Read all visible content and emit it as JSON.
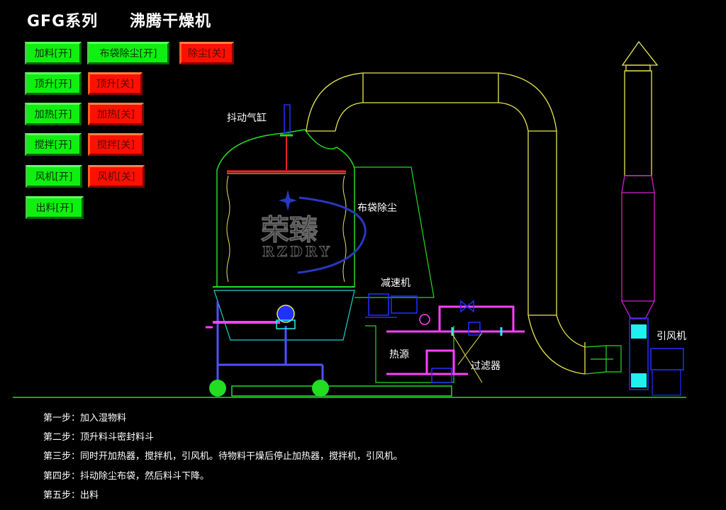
{
  "header": {
    "series": "GFG系列",
    "title": "沸腾干燥机"
  },
  "controls": [
    {
      "id": "feed-on",
      "label": "加料[开]",
      "state": "on"
    },
    {
      "id": "bag-dust-on",
      "label": "布袋除尘[开]",
      "state": "on"
    },
    {
      "id": "dust-off",
      "label": "除尘[关]",
      "state": "off"
    },
    {
      "id": "lift-on",
      "label": "顶升[开]",
      "state": "on"
    },
    {
      "id": "lift-off",
      "label": "顶升[关]",
      "state": "off"
    },
    {
      "id": "heat-on",
      "label": "加热[开]",
      "state": "on"
    },
    {
      "id": "heat-off",
      "label": "加热[关]",
      "state": "off"
    },
    {
      "id": "stir-on",
      "label": "搅拌[开]",
      "state": "on"
    },
    {
      "id": "stir-off",
      "label": "搅拌[关]",
      "state": "off"
    },
    {
      "id": "fan-on",
      "label": "风机[开]",
      "state": "on"
    },
    {
      "id": "fan-off",
      "label": "风机[关]",
      "state": "off"
    },
    {
      "id": "discharge-on",
      "label": "出料[开]",
      "state": "on"
    }
  ],
  "diagram_labels": {
    "shaker_cylinder": "抖动气缸",
    "bag_dust": "布袋除尘",
    "reducer": "减速机",
    "heat_source": "热源",
    "filter": "过滤器",
    "induced_fan": "引风机"
  },
  "watermark": {
    "cn": "荣臻",
    "en": "RZDRY"
  },
  "steps": [
    "第一步：加入湿物料",
    "第二步：顶升料斗密封料斗",
    "第三步：同时开加热器，搅拌机，引风机。待物料干燥后停止加热器，搅拌机，引风机。",
    "第四步：抖动除尘布袋，然后料斗下降。",
    "第五步：出料"
  ],
  "colors": {
    "on": "#10f010",
    "off": "#ff1000",
    "frame": "#22dd22",
    "duct": "#e8e850",
    "pipe": "#ff40ff",
    "blue": "#2020ff",
    "cyan": "#20f0f0"
  }
}
